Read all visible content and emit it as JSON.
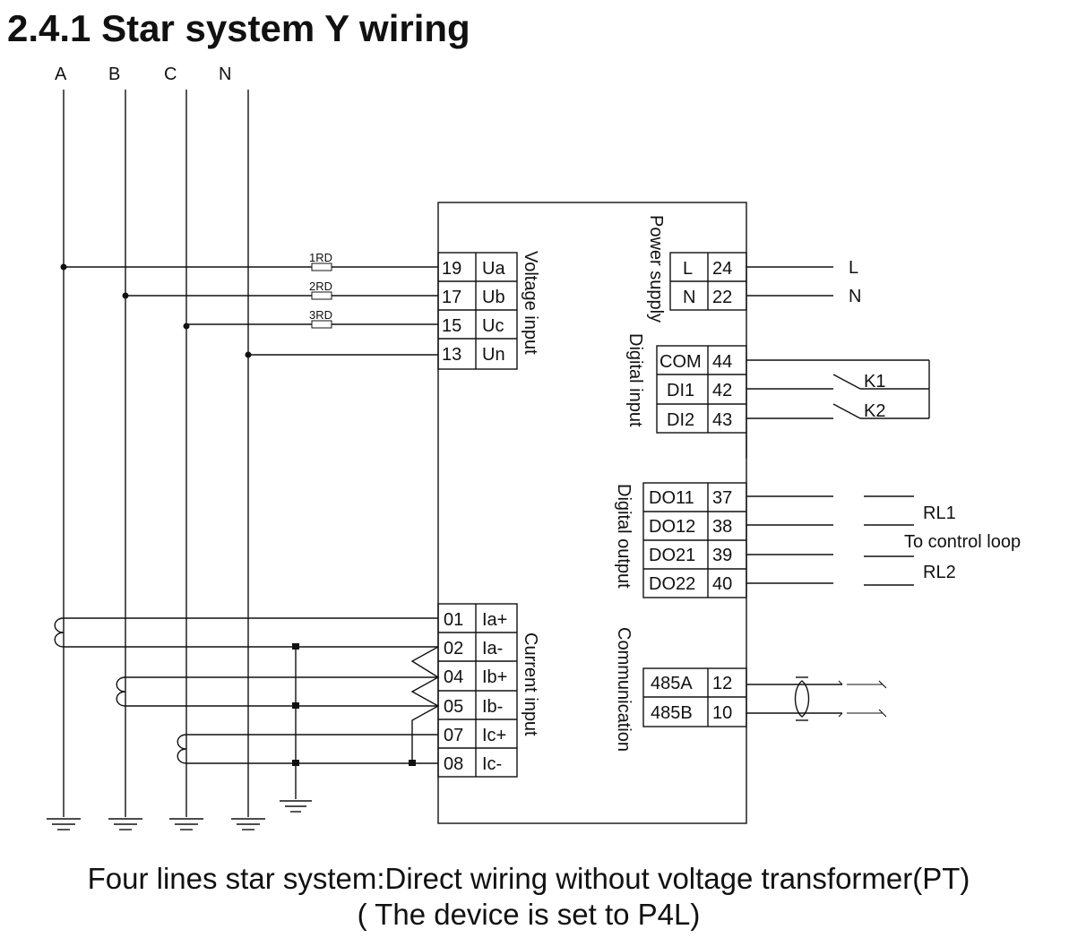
{
  "title": "2.4.1 Star system Y wiring",
  "caption_line1": "Four lines star system:Direct wiring without voltage transformer(PT)",
  "caption_line2": "( The device is set to P4L)",
  "phases": [
    "A",
    "B",
    "C",
    "N"
  ],
  "fuses": [
    "1RD",
    "2RD",
    "3RD"
  ],
  "voltage_input": {
    "label": "Voltage input",
    "terminals": [
      {
        "num": "19",
        "name": "Ua"
      },
      {
        "num": "17",
        "name": "Ub"
      },
      {
        "num": "15",
        "name": "Uc"
      },
      {
        "num": "13",
        "name": "Un"
      }
    ]
  },
  "current_input": {
    "label": "Current input",
    "terminals": [
      {
        "num": "01",
        "name": "Ia+"
      },
      {
        "num": "02",
        "name": "Ia-"
      },
      {
        "num": "04",
        "name": "Ib+"
      },
      {
        "num": "05",
        "name": "Ib-"
      },
      {
        "num": "07",
        "name": "Ic+"
      },
      {
        "num": "08",
        "name": "Ic-"
      }
    ]
  },
  "power_supply": {
    "label": "Power supply",
    "terminals": [
      {
        "name": "L",
        "num": "24",
        "ext": "L"
      },
      {
        "name": "N",
        "num": "22",
        "ext": "N"
      }
    ]
  },
  "digital_input": {
    "label": "Digital input",
    "terminals": [
      {
        "name": "COM",
        "num": "44"
      },
      {
        "name": "DI1",
        "num": "42"
      },
      {
        "name": "DI2",
        "num": "43"
      }
    ],
    "switches": [
      "K1",
      "K2"
    ]
  },
  "digital_output": {
    "label": "Digital output",
    "terminals": [
      {
        "name": "DO11",
        "num": "37"
      },
      {
        "name": "DO12",
        "num": "38"
      },
      {
        "name": "DO21",
        "num": "39"
      },
      {
        "name": "DO22",
        "num": "40"
      }
    ],
    "relays": [
      "RL1",
      "RL2"
    ],
    "loop_label": "To control loop"
  },
  "communication": {
    "label": "Communication",
    "terminals": [
      {
        "name": "485A",
        "num": "12"
      },
      {
        "name": "485B",
        "num": "10"
      }
    ]
  }
}
